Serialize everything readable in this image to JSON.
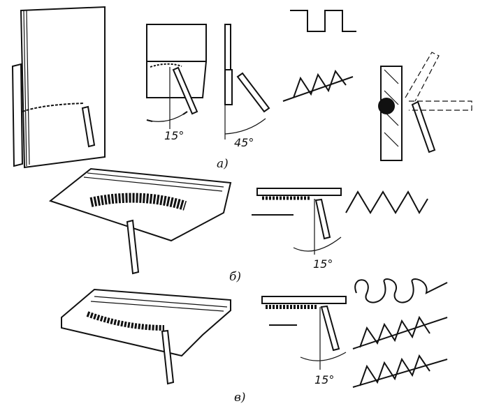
{
  "figure": {
    "part_a": {
      "label": "а)",
      "angle_left": "15°",
      "angle_right": "45°"
    },
    "part_b": {
      "label": "б)",
      "angle": "15°"
    },
    "part_c": {
      "label": "в)",
      "angle": "15°"
    }
  }
}
